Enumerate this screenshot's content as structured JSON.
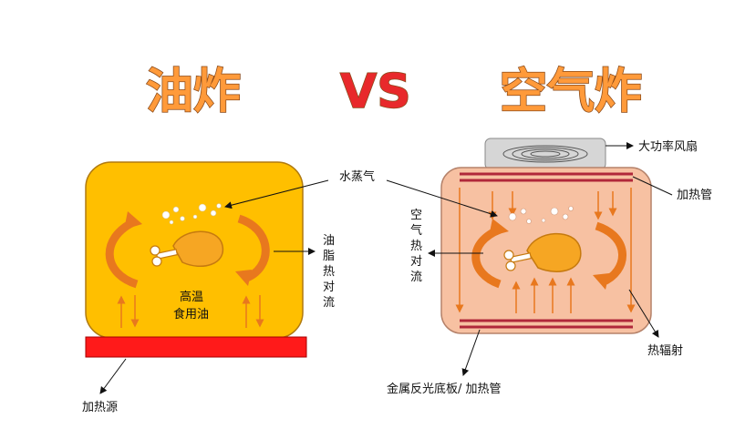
{
  "titles": {
    "left": "油炸",
    "vs": "VS",
    "right": "空气炸"
  },
  "left_panel": {
    "inner_label_line1": "高温",
    "inner_label_line2": "食用油",
    "label_convection": [
      "油",
      "脂",
      "热",
      "对",
      "流"
    ],
    "label_heat_source": "加热源",
    "colors": {
      "box": "#ffbf00",
      "heater": "#ff1a1a",
      "arrows": "#e8781e"
    }
  },
  "shared": {
    "label_steam": "水蒸气"
  },
  "right_panel": {
    "label_fan": "大功率风扇",
    "label_heating_tube": "加热管",
    "label_air_convection": [
      "空",
      "气",
      "热",
      "对",
      "流"
    ],
    "label_radiation": "热辐射",
    "label_bottom": "金属反光底板/ 加热管",
    "colors": {
      "box": "#f7c1a2",
      "fan": "#d6d6d6",
      "tubes": "#b0283a",
      "arrows": "#e8781e"
    }
  },
  "colors": {
    "title_fill_left": "#ff9a3a",
    "title_fill_vs": "#e8292b",
    "title_fill_right": "#ff9a3a",
    "chicken": "#f6a623"
  }
}
